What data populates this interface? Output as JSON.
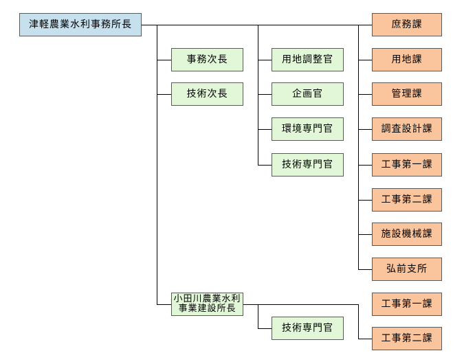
{
  "chief": {
    "label": "津軽農業水利事務所長"
  },
  "deputies": [
    {
      "label": "事務次長"
    },
    {
      "label": "技術次長"
    }
  ],
  "officers": [
    {
      "label": "用地調整官"
    },
    {
      "label": "企画官"
    },
    {
      "label": "環境専門官"
    },
    {
      "label": "技術専門官"
    }
  ],
  "sections": [
    {
      "label": "庶務課"
    },
    {
      "label": "用地課"
    },
    {
      "label": "管理課"
    },
    {
      "label": "調査設計課"
    },
    {
      "label": "工事第一課"
    },
    {
      "label": "工事第二課"
    },
    {
      "label": "施設機械課"
    },
    {
      "label": "弘前支所"
    }
  ],
  "branch": {
    "chief_line1": "小田川農業水利",
    "chief_line2": "事業建設所長",
    "officer": "技術専門官",
    "sections": [
      {
        "label": "工事第一課"
      },
      {
        "label": "工事第二課"
      }
    ]
  },
  "colors": {
    "chief_fill": "#c6e0ee",
    "staff_fill": "#e2f7d8",
    "section_fill": "#fac59d",
    "border": "#595959"
  }
}
